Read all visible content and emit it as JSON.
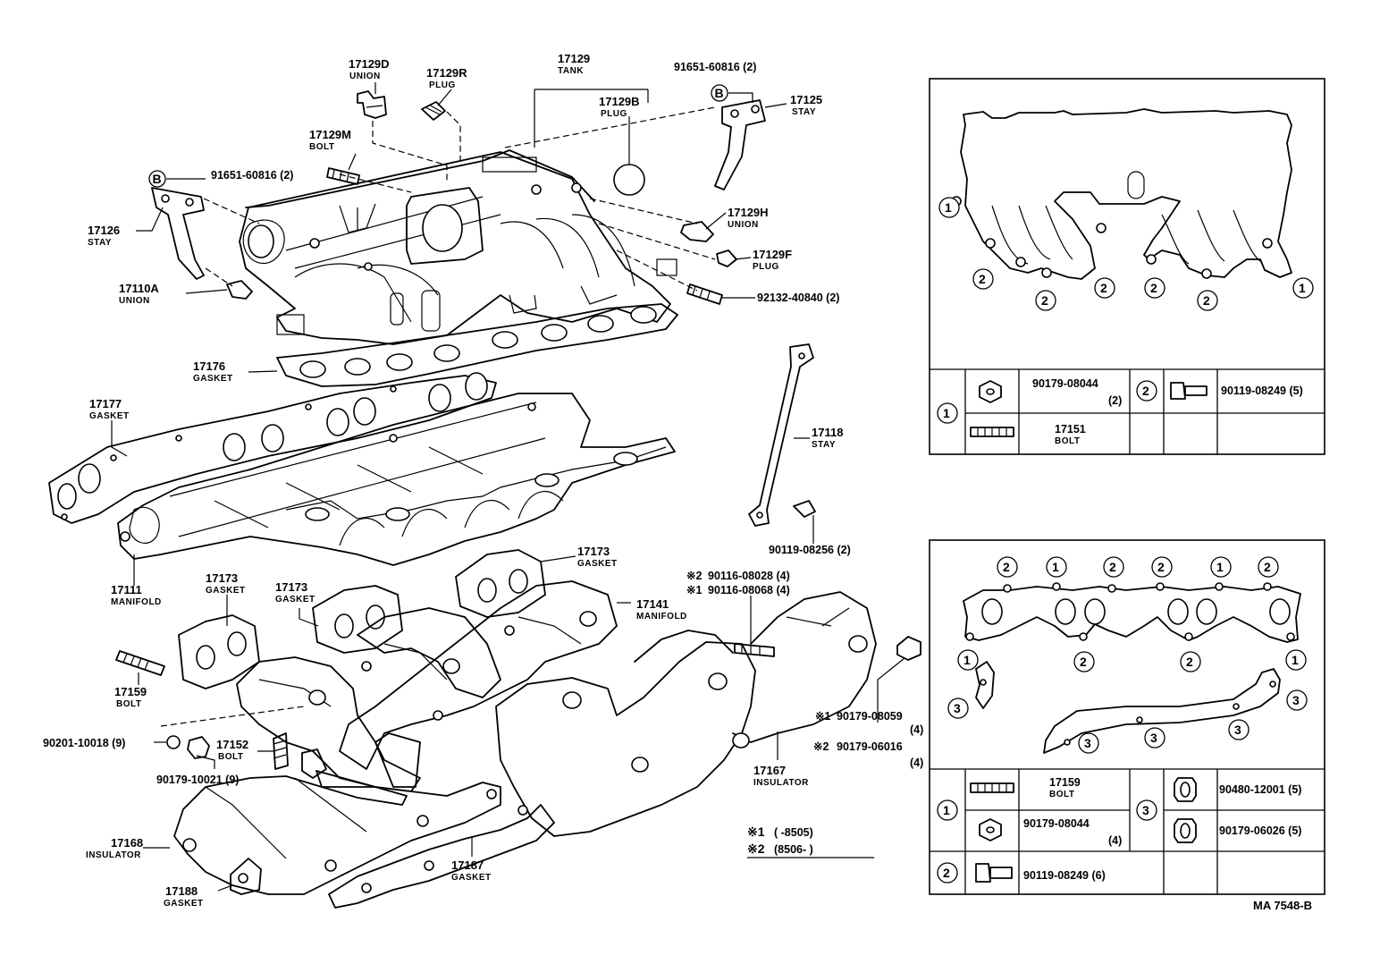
{
  "diagram_code": "MA 7548-B",
  "callouts": [
    {
      "id": "c17129D",
      "number": "17129D",
      "name": "UNION"
    },
    {
      "id": "c17129R",
      "number": "17129R",
      "name": "PLUG"
    },
    {
      "id": "c17129",
      "number": "17129",
      "name": "TANK"
    },
    {
      "id": "c17129B",
      "number": "17129B",
      "name": "PLUG"
    },
    {
      "id": "c91651a",
      "number": "91651-60816 (2)",
      "name": ""
    },
    {
      "id": "c17125",
      "number": "17125",
      "name": "STAY"
    },
    {
      "id": "c17129M",
      "number": "17129M",
      "name": "BOLT"
    },
    {
      "id": "c91651b",
      "number": "91651-60816 (2)",
      "name": ""
    },
    {
      "id": "c17126",
      "number": "17126",
      "name": "STAY"
    },
    {
      "id": "c17129H",
      "number": "17129H",
      "name": "UNION"
    },
    {
      "id": "c17129F",
      "number": "17129F",
      "name": "PLUG"
    },
    {
      "id": "c17110A",
      "number": "17110A",
      "name": "UNION"
    },
    {
      "id": "c92132",
      "number": "92132-40840 (2)",
      "name": ""
    },
    {
      "id": "c17176",
      "number": "17176",
      "name": "GASKET"
    },
    {
      "id": "c17177",
      "number": "17177",
      "name": "GASKET"
    },
    {
      "id": "c17118",
      "number": "17118",
      "name": "STAY"
    },
    {
      "id": "c90119a",
      "number": "90119-08256 (2)",
      "name": ""
    },
    {
      "id": "c17111",
      "number": "17111",
      "name": "MANIFOLD"
    },
    {
      "id": "c17173a",
      "number": "17173",
      "name": "GASKET"
    },
    {
      "id": "c17173b",
      "number": "17173",
      "name": "GASKET"
    },
    {
      "id": "c17173c",
      "number": "17173",
      "name": "GASKET"
    },
    {
      "id": "c90116a",
      "number": "90116-08028 (4)",
      "name": "",
      "mark": "※2"
    },
    {
      "id": "c90116b",
      "number": "90116-08068 (4)",
      "name": "",
      "mark": "※1"
    },
    {
      "id": "c17141",
      "number": "17141",
      "name": "MANIFOLD"
    },
    {
      "id": "c17159",
      "number": "17159",
      "name": "BOLT"
    },
    {
      "id": "c90201",
      "number": "90201-10018 (9)",
      "name": ""
    },
    {
      "id": "c17152",
      "number": "17152",
      "name": "BOLT"
    },
    {
      "id": "c90179a",
      "number": "90179-10021 (9)",
      "name": ""
    },
    {
      "id": "c90179b",
      "number": "90179-08059",
      "name": "(4)",
      "mark": "※1"
    },
    {
      "id": "c90179c",
      "number": "90179-06016",
      "name": "(4)",
      "mark": "※2"
    },
    {
      "id": "c17167",
      "number": "17167",
      "name": "INSULATOR"
    },
    {
      "id": "c17168",
      "number": "17168",
      "name": "INSULATOR"
    },
    {
      "id": "c17187",
      "number": "17187",
      "name": "GASKET"
    },
    {
      "id": "c17188",
      "number": "17188",
      "name": "GASKET"
    }
  ],
  "b_marker": "B",
  "notes": [
    {
      "mark": "※1",
      "range": "(      -8505)"
    },
    {
      "mark": "※2",
      "range": "(8506-      )"
    }
  ],
  "detail_top": {
    "circle_labels": [
      "1",
      "2",
      "2",
      "2",
      "2",
      "2",
      "1"
    ],
    "legend": [
      {
        "key": "1",
        "number": "90179-08044",
        "qty": "(2)"
      },
      {
        "key": "2",
        "number": "90119-08249 (5)",
        "qty": ""
      },
      {
        "key": "",
        "number": "17151",
        "qty": "BOLT"
      }
    ]
  },
  "detail_bottom": {
    "circle_labels_top": [
      "2",
      "1",
      "2",
      "2",
      "1",
      "2"
    ],
    "circle_labels_bottom": [
      "1",
      "2",
      "2",
      "1"
    ],
    "circle_labels_stay": [
      "3",
      "3",
      "3",
      "3",
      "3"
    ],
    "legend": [
      {
        "key": "1",
        "number": "17159",
        "qty": "BOLT"
      },
      {
        "key": "",
        "number": "90179-08044",
        "qty": "(4)"
      },
      {
        "key": "3",
        "number": "90480-12001 (5)",
        "qty": ""
      },
      {
        "key": "",
        "number": "90179-06026 (5)",
        "qty": ""
      },
      {
        "key": "2",
        "number": "90119-08249 (6)",
        "qty": ""
      }
    ]
  }
}
